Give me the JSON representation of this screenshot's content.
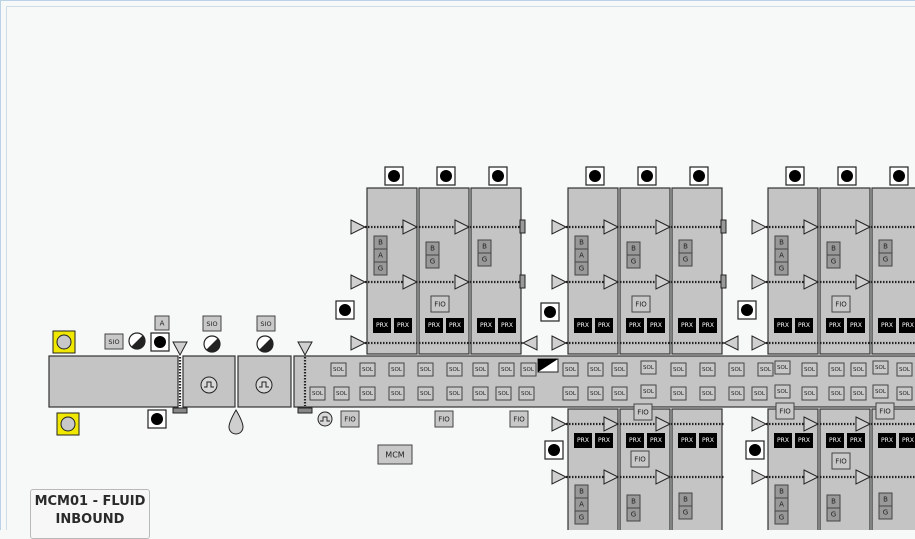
{
  "title": {
    "line1": "MCM01 - FLUID",
    "line2": "INBOUND"
  },
  "labels": {
    "sol": "SOL",
    "fio": "FIO",
    "prx": "PRX",
    "sio": "SIO",
    "mcm": "MCM",
    "bag": [
      "B",
      "A",
      "G"
    ],
    "a": "A"
  },
  "colors": {
    "equipment_fill": "#c4c4c4",
    "stroke": "#2b2b2b",
    "prx_fill": "#000000",
    "warning_yellow": "#f0e800",
    "grid_blue": "#b9d2e6"
  },
  "icons": [
    "photo-eye-icon",
    "motor-icon",
    "jam-sensor-icon",
    "vfd-icon",
    "beacon-icon",
    "divert-arrow-icon",
    "drop-icon"
  ]
}
